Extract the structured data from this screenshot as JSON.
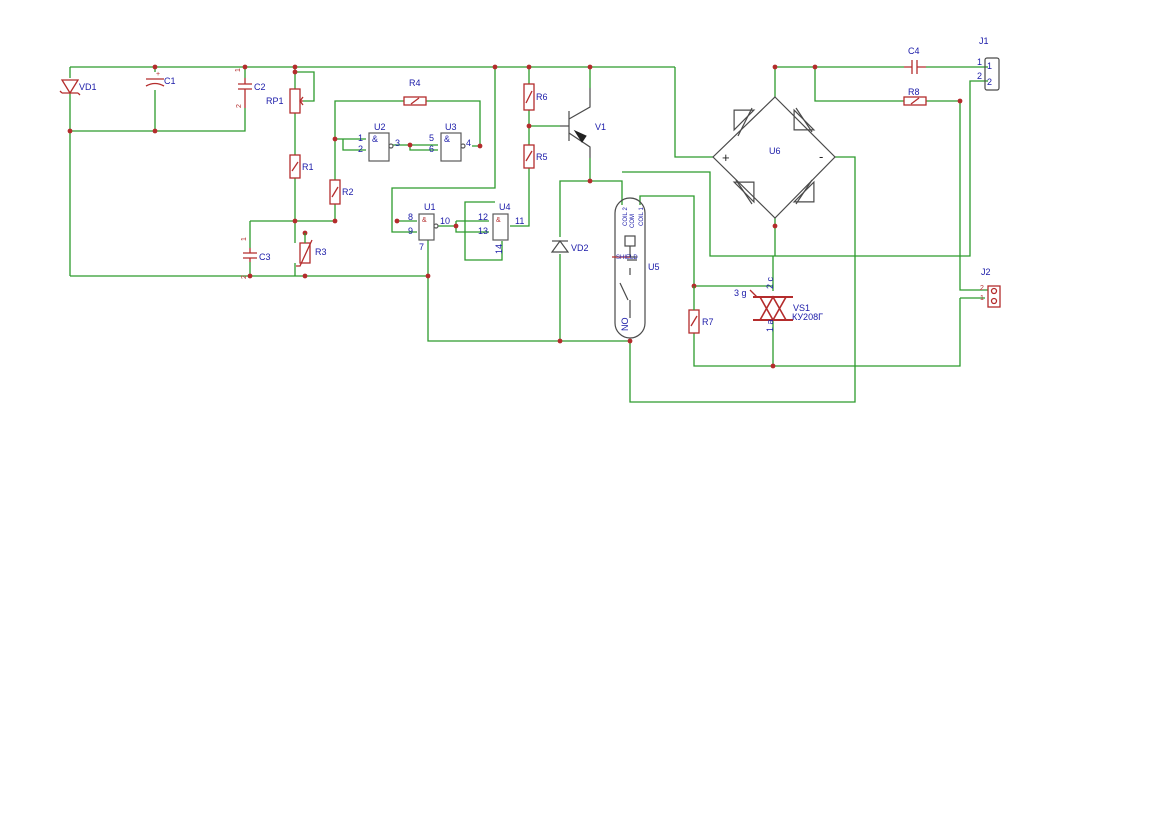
{
  "refs": {
    "vd1": "VD1",
    "c1": "C1",
    "c2": "C2",
    "rp1": "RP1",
    "r1": "R1",
    "r2": "R2",
    "r3": "R3",
    "c3": "C3",
    "r4": "R4",
    "u2": "U2",
    "u3": "U3",
    "u1": "U1",
    "u4": "U4",
    "r6": "R6",
    "r5": "R5",
    "v1": "V1",
    "vd2": "VD2",
    "u5": "U5",
    "u6": "U6",
    "c4": "C4",
    "r8": "R8",
    "j1": "J1",
    "j2": "J2",
    "r7": "R7",
    "vs1": "VS1"
  },
  "values": {
    "vs1": "КУ208Г"
  },
  "gates": {
    "and_symbol": "&"
  },
  "pins": {
    "u2_in_a": "1",
    "u2_in_b": "2",
    "u2_out": "3",
    "u3_in_a": "5",
    "u3_in_b": "6",
    "u3_out": "4",
    "u1_in_a": "8",
    "u1_in_b": "9",
    "u1_out": "10",
    "u1_gnd": "7",
    "u4_in_a": "12",
    "u4_in_b": "13",
    "u4_out": "11",
    "u4_vcc": "14",
    "j1_p1": "1",
    "j1_p2": "2",
    "j1_lbl1": "1",
    "j1_lbl2": "2",
    "j2_p1": "1",
    "j2_p2": "2",
    "cap_1": "1",
    "cap_2": "2",
    "c3_1": "1",
    "c3_2": "2",
    "vs1_g": "3 g",
    "vs1_c": "2 c",
    "vs1_a": "1 a"
  },
  "relay": {
    "coil2": "COIL 2",
    "com": "COM",
    "coil1": "COIL 1",
    "shield": "SHIELD",
    "no": "NO"
  },
  "bridge": {
    "plus": "+",
    "minus": "-"
  },
  "colors": {
    "wire": "#2c9b2c",
    "part": "#b42c2c",
    "label": "#1a1aa8",
    "ic": "#5a5a5a"
  }
}
